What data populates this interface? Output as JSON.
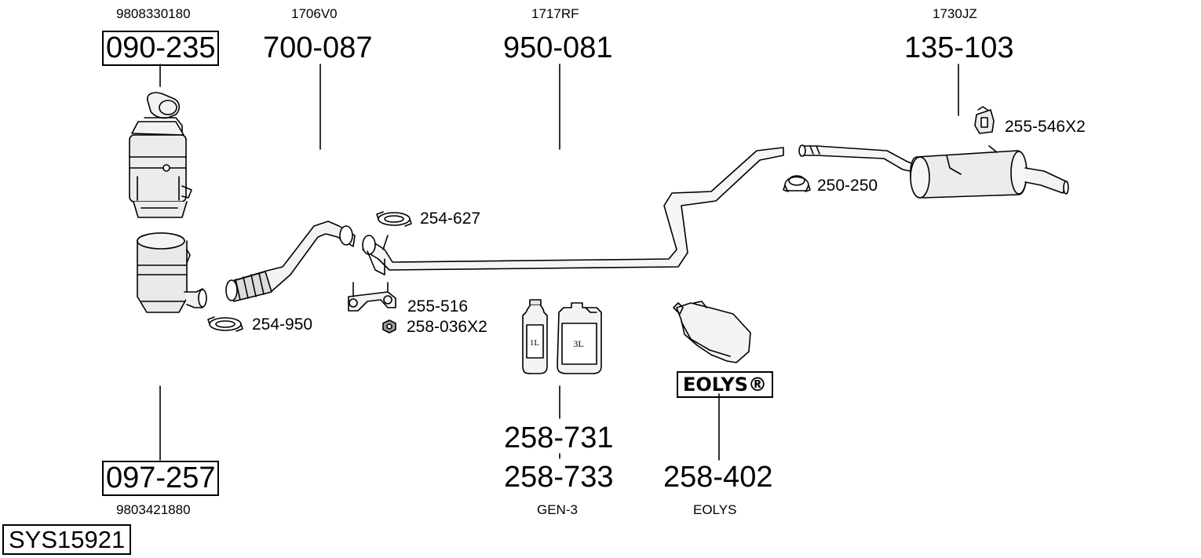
{
  "diagram_title": "SYS15921",
  "parts": {
    "dpf_top": {
      "oem": "9808330180",
      "number": "090-235"
    },
    "dpf_bottom": {
      "oem": "9803421880",
      "number": "097-257"
    },
    "front_pipe": {
      "oem": "1706V0",
      "number": "700-087"
    },
    "middle_pipe": {
      "oem": "1717RF",
      "number": "950-081"
    },
    "rear_silencer": {
      "oem": "1730JZ",
      "number": "135-103"
    },
    "additive": {
      "number_a": "258-731",
      "number_b": "258-733",
      "desc": "GEN-3",
      "bottle_small": "1L",
      "bottle_large": "3L"
    },
    "eolys_tank": {
      "number": "258-402",
      "desc": "EOLYS",
      "logo": "EOLYS®"
    }
  },
  "accessories": {
    "clamp_1": "254-627",
    "clamp_2": "254-950",
    "bracket": "255-516",
    "nut": "258-036X2",
    "clamp_3": "250-250",
    "rubber_mount": "255-546X2"
  }
}
